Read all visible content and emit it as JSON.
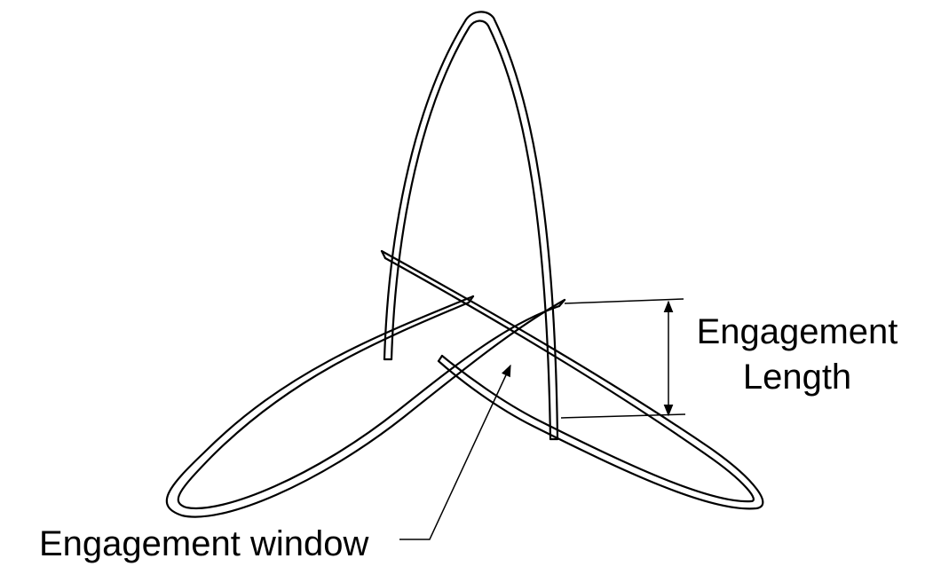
{
  "diagram": {
    "labels": {
      "engagement_length_line1": "Engagement",
      "engagement_length_line2": "Length",
      "engagement_window": "Engagement window"
    }
  }
}
